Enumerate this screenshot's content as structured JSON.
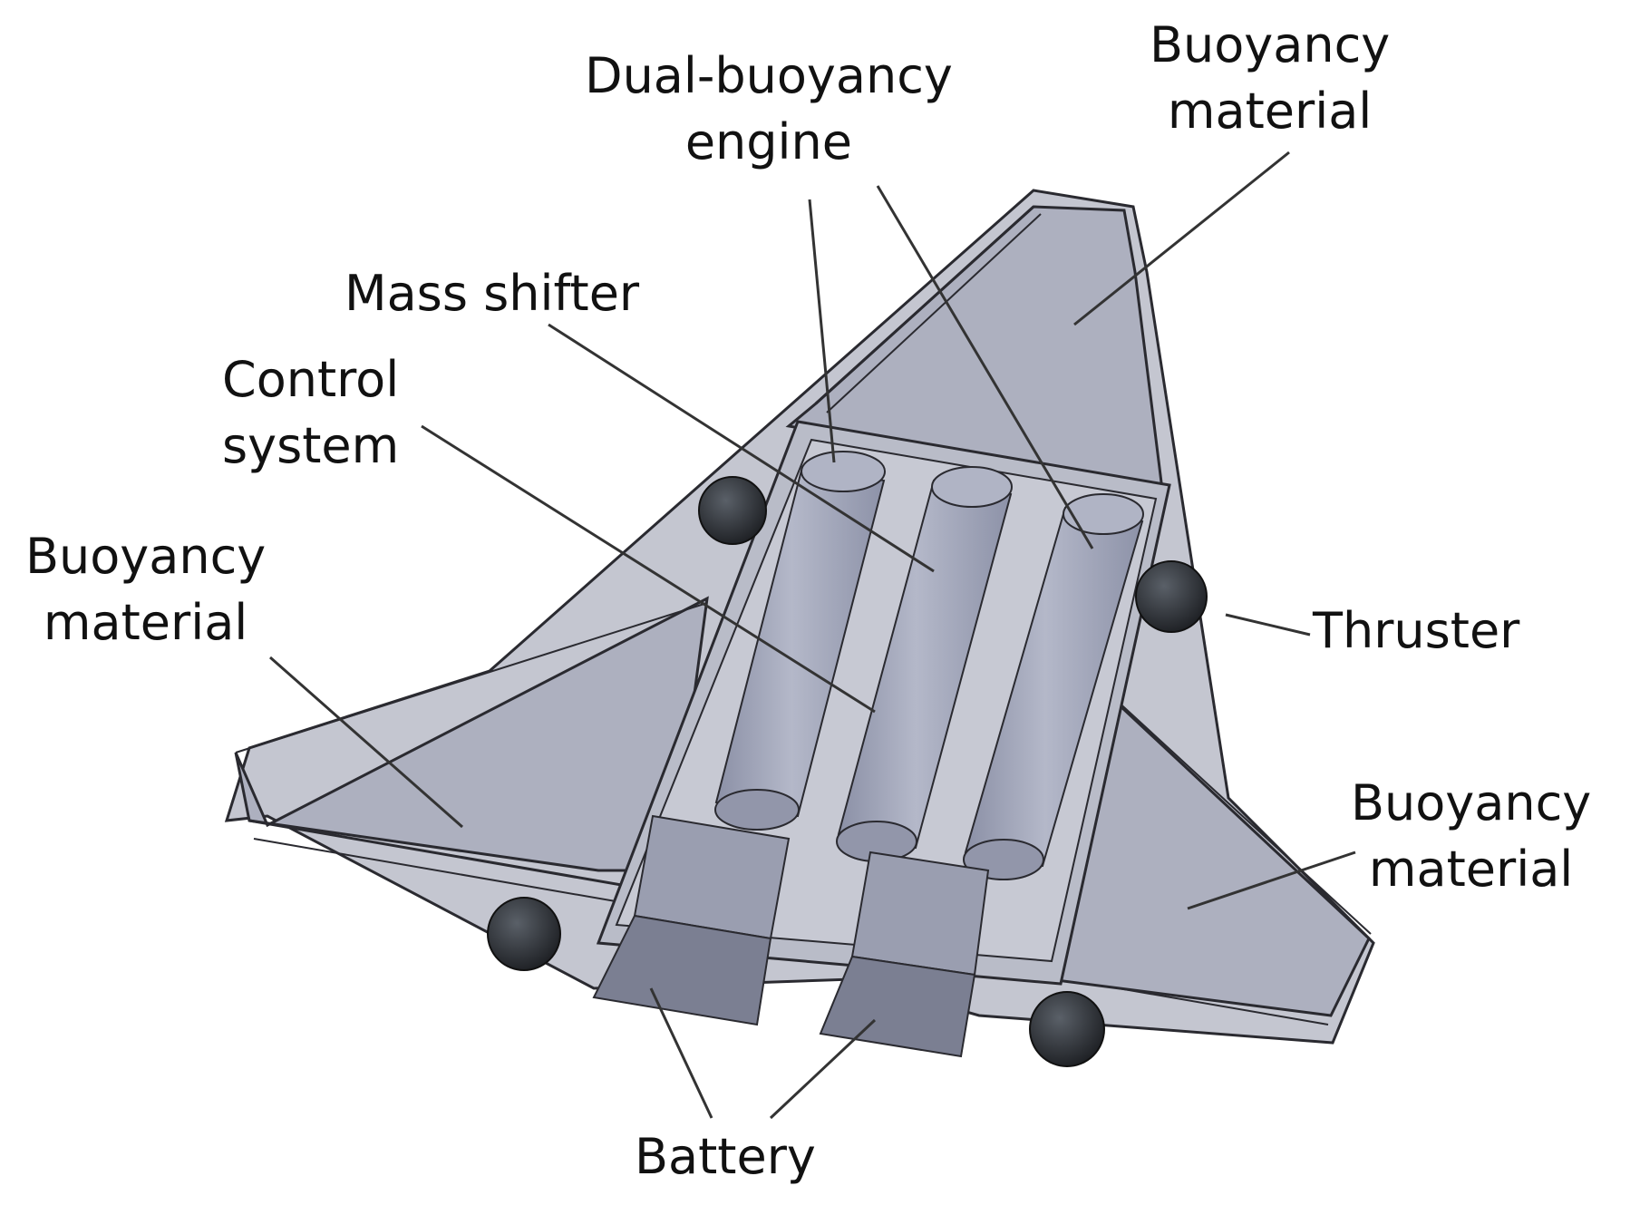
{
  "labels": {
    "dual_engine": [
      "Dual-buoyancy",
      "engine"
    ],
    "buoyancy_top": [
      "Buoyancy",
      "material"
    ],
    "mass_shifter": "Mass shifter",
    "control_system": [
      "Control",
      "system"
    ],
    "buoyancy_left": [
      "Buoyancy",
      "material"
    ],
    "thruster": "Thruster",
    "buoyancy_right": [
      "Buoyancy",
      "material"
    ],
    "battery": "Battery"
  },
  "colors": {
    "hull": "#c4c6d0",
    "fin": "#adb0bf",
    "cylinder": "#9ea3b8",
    "battery": "#7b7f92",
    "edge": "#2a2a30",
    "thruster": "#2b2e33",
    "leader": "#333333"
  }
}
